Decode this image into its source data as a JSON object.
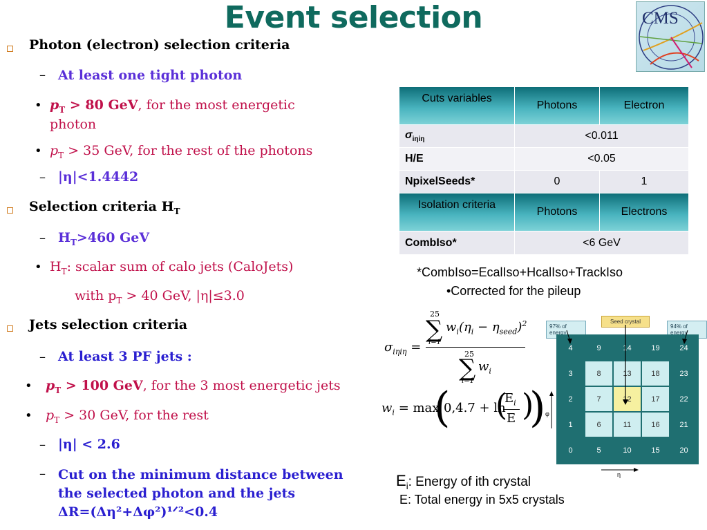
{
  "title": "Event selection",
  "logo": {
    "text": "CMS"
  },
  "sections": {
    "photon": {
      "heading": "Photon (electron) selection criteria",
      "dash1": "At least one tight photon",
      "b1_var": "p",
      "b1_sub": "T",
      "b1_cond": " > 80 GeV",
      "b1_rest": ", for the most energetic",
      "b1_cont": "photon",
      "b2_var": "p",
      "b2_sub": "T",
      "b2_rest": " > 35 GeV, for the rest of the photons",
      "dash2": "|η|<1.4442"
    },
    "ht": {
      "heading": "Selection criteria  H",
      "heading_sub": "T",
      "dash1": "H",
      "dash1_sub": "T",
      "dash1_rest": ">460 GeV",
      "b1": "H",
      "b1_sub": "T",
      "b1_rest": ": scalar sum of calo jets (CaloJets)",
      "b1_cont_a": "with p",
      "b1_cont_sub": "T",
      "b1_cont_b": " > 40 GeV,  |η|≤3.0"
    },
    "jets": {
      "heading": "Jets selection criteria",
      "dash1": "At least 3 PF jets :",
      "b1_var": "p",
      "b1_sub": "T",
      "b1_cond": " > 100 GeV",
      "b1_rest": ", for the 3 most energetic jets",
      "b2_var": "p",
      "b2_sub": "T",
      "b2_rest": " > 30 GeV, for the rest",
      "dash2": "|η| < 2.6",
      "dash3_l1": "Cut on the minimum distance between",
      "dash3_l2": "the selected photon and the jets",
      "dash3_l3": "ΔR=(Δη²+Δφ²)¹ᐟ²<0.4"
    }
  },
  "table": {
    "h1": [
      "Cuts variables",
      "Photons",
      "Electron"
    ],
    "r1": [
      "σ",
      "iηiη",
      "<0.011"
    ],
    "r2": [
      "H/E",
      "<0.05"
    ],
    "r3": [
      "NpixelSeeds*",
      "0",
      "1"
    ],
    "h2": [
      "Isolation criteria",
      "Photons",
      "Electrons"
    ],
    "r4": [
      "CombIso*",
      "<6 GeV"
    ]
  },
  "notes": {
    "n1": "*CombIso=EcalIso+HcalIso+TrackIso",
    "n2": "•Corrected for the pileup"
  },
  "formula": {
    "sigma_lhs": "σ",
    "sigma_sub": "iηiη",
    "upper": "25",
    "lower": "i=1",
    "num": "w",
    "num_sub": "i",
    "num_eta": "(η",
    "num_eta_sub": "i",
    "num_minus": " − η",
    "num_seed": "seed",
    "num_close": ")",
    "num_sq": "2",
    "w_lhs": "w",
    "w_sub": "i",
    "w_rhs": "= max",
    "w_args": "0,4.7 + ln",
    "frac_num": "E",
    "frac_num_sub": "i",
    "frac_den": "E"
  },
  "grid": {
    "label_left": "97% of energy",
    "label_seed": "Seed crystal",
    "label_right": "94% of energy",
    "axis_y": "φ",
    "axis_x": "η",
    "rows": [
      [
        "4",
        "9",
        "14",
        "19",
        "24"
      ],
      [
        "3",
        "8",
        "13",
        "18",
        "23"
      ],
      [
        "2",
        "7",
        "12",
        "17",
        "22"
      ],
      [
        "1",
        "6",
        "11",
        "16",
        "21"
      ],
      [
        "0",
        "5",
        "10",
        "15",
        "20"
      ]
    ]
  },
  "legend": {
    "ei": "E",
    "ei_sub": "i",
    "ei_rest": ": Energy of ith crystal",
    "e": "E: Total energy in 5x5 crystals"
  },
  "colors": {
    "title": "#0f6a5e",
    "blue": "#2a1fd0",
    "red": "#c0103a",
    "table_header": "#48b3be",
    "seed": "#f6f0a0",
    "grid": "#1f6f71",
    "grid_inner": "#cfeef0"
  }
}
